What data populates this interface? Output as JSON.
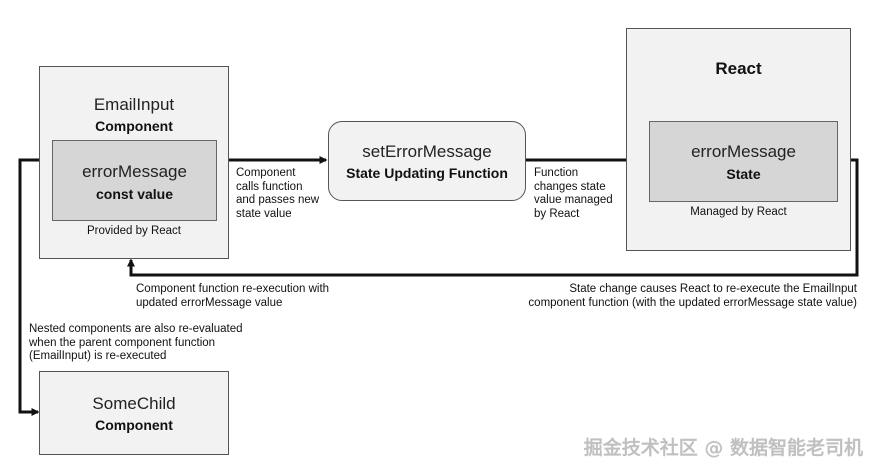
{
  "email_input": {
    "title": "EmailInput",
    "subtitle": "Component",
    "inner_title": "errorMessage",
    "inner_subtitle": "const value",
    "footer": "Provided by React"
  },
  "set_error": {
    "title": "setErrorMessage",
    "subtitle": "State Updating Function"
  },
  "react": {
    "title": "React",
    "inner_title": "errorMessage",
    "inner_subtitle": "State",
    "footer": "Managed by React"
  },
  "some_child": {
    "title": "SomeChild",
    "subtitle": "Component"
  },
  "notes": {
    "component_calls": [
      "Component",
      "calls function",
      "and passes new",
      "state value"
    ],
    "function_changes": [
      "Function",
      "changes state",
      "value managed",
      "by React"
    ],
    "re_execution": [
      "Component function re-execution with",
      "updated errorMessage value"
    ],
    "state_change": [
      "State change causes React to re-execute the EmailInput",
      "component function (with the updated errorMessage state value)"
    ],
    "nested": [
      "Nested components are also re-evaluated",
      "when the parent component function",
      "(EmailInput) is re-executed"
    ]
  },
  "watermark": "掘金技术社区 @ 数据智能老司机"
}
